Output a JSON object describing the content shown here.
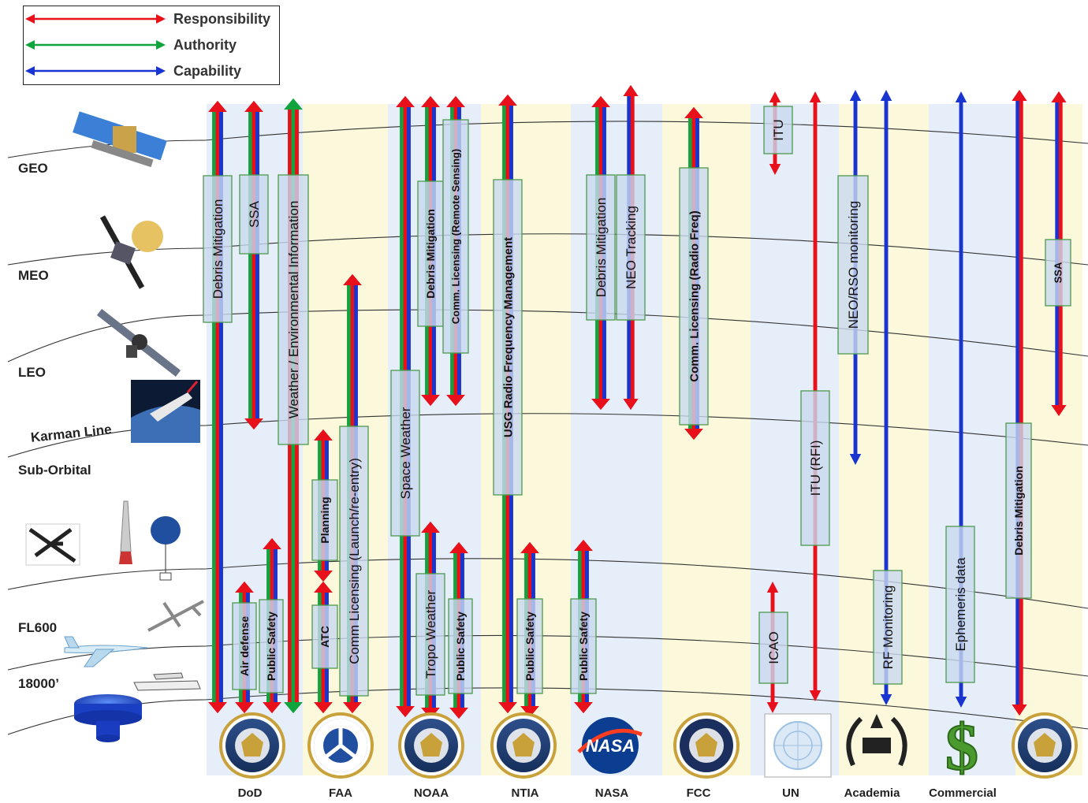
{
  "legend": [
    {
      "label": "Responsibility",
      "color": "#e8101a"
    },
    {
      "label": "Authority",
      "color": "#12a43c"
    },
    {
      "label": "Capability",
      "color": "#1a34d0"
    }
  ],
  "altitudes": [
    {
      "label": "GEO"
    },
    {
      "label": "MEO"
    },
    {
      "label": "LEO"
    },
    {
      "label": "Karman Line"
    },
    {
      "label": "Sub-Orbital"
    },
    {
      "label": "FL600"
    },
    {
      "label": "18000’"
    }
  ],
  "agencies": [
    {
      "name": "DoD",
      "seal": "dod-seal"
    },
    {
      "name": "FAA",
      "seal": "faa-seal"
    },
    {
      "name": "NOAA",
      "seal": "noaa-seal"
    },
    {
      "name": "NTIA",
      "seal": "ntia-seal"
    },
    {
      "name": "NASA",
      "seal": "nasa-logo"
    },
    {
      "name": "FCC",
      "seal": "fcc-seal"
    },
    {
      "name": "UN",
      "seal": "un-emblem"
    },
    {
      "name": "Academia",
      "seal": "academia-emblem"
    },
    {
      "name": "Commercial",
      "seal": "dollar-sign"
    },
    {
      "name": "",
      "seal": "state-dept-seal"
    }
  ],
  "roles": [
    "Debris Mitigation",
    "SSA",
    "Weather / Environmental Information",
    "Air defense",
    "Public Safety",
    "Planning",
    "ATC",
    "Comm Licensing (Launch/re-entry)",
    "Space Weather",
    "Debris Mitigation",
    "Comm. Licensing (Remote Sensing)",
    "Tropo Weather",
    "Public Safety",
    "USG Radio Frequency Management",
    "Public Safety",
    "Debris Mitigation",
    "NEO Tracking",
    "Public Safety",
    "Comm. Licensing (Radio Freq)",
    "ITU",
    "ITU (RFI)",
    "ICAO",
    "NEO/RSO monitoring",
    "RF Monitoring",
    "Ephemeris data",
    "Debris Mitigation",
    "SSA"
  ],
  "icons": [
    "satellite-geo-icon",
    "satellite-meo-icon",
    "satellite-leo-icon",
    "space-plane-icon",
    "aircraft-rocket-balloon-icon",
    "drone-icon",
    "airliner-icon",
    "small-plane-icon",
    "ground-station-icon"
  ]
}
